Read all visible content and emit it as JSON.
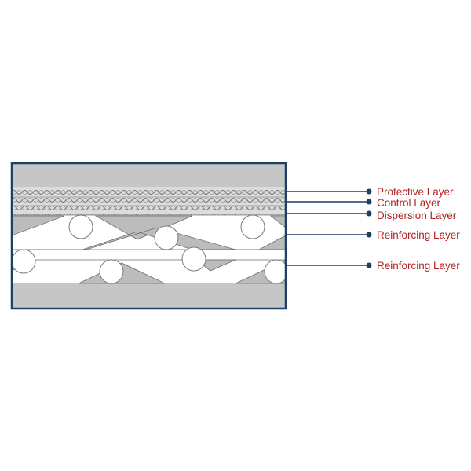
{
  "labels": [
    {
      "text": "Protective Layer"
    },
    {
      "text": "Control Layer"
    },
    {
      "text": "Dispersion Layer"
    },
    {
      "text": "Reinforcing Layer"
    },
    {
      "text": "Reinforcing Layer"
    }
  ],
  "colors": {
    "frame": "#1f3f66",
    "leader": "#1f3f66",
    "label": "#b22222",
    "outer_band": "#c6c6c6",
    "fabric_fill": "#bcbcbc",
    "fabric_line": "#6e6e6e",
    "thread_fill": "#ffffff",
    "thread_line": "#7a7a7a"
  }
}
